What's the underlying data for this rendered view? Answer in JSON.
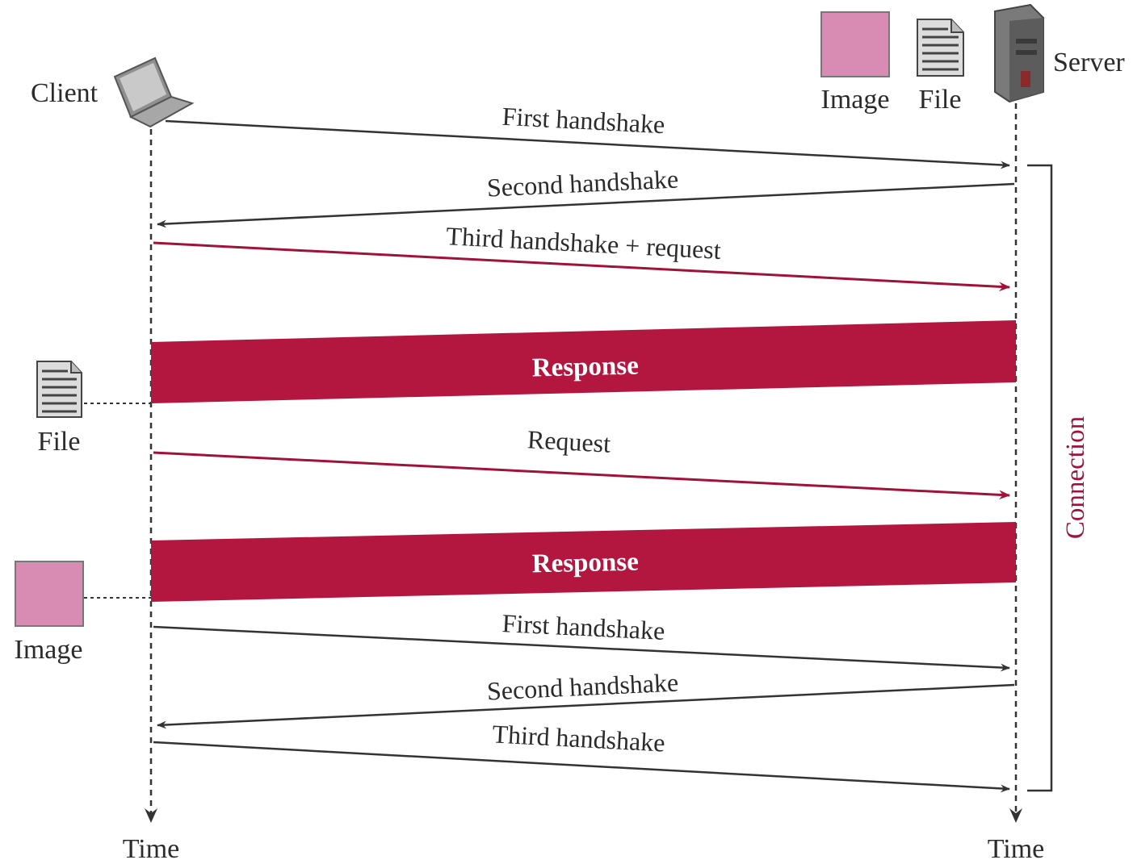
{
  "diagram": {
    "client_label": "Client",
    "server_label": "Server",
    "time_left": "Time",
    "time_right": "Time",
    "connection_label": "Connection",
    "legend": {
      "image": "Image",
      "file": "File"
    },
    "received": {
      "file": "File",
      "image": "Image"
    },
    "messages": [
      {
        "label": "First handshake",
        "direction": "client-to-server",
        "kind": "control"
      },
      {
        "label": "Second handshake",
        "direction": "server-to-client",
        "kind": "control"
      },
      {
        "label": "Third handshake + request",
        "direction": "client-to-server",
        "kind": "request"
      },
      {
        "label": "Response",
        "direction": "server-to-client",
        "kind": "response"
      },
      {
        "label": "Request",
        "direction": "client-to-server",
        "kind": "request"
      },
      {
        "label": "Response",
        "direction": "server-to-client",
        "kind": "response"
      },
      {
        "label": "First handshake",
        "direction": "client-to-server",
        "kind": "control"
      },
      {
        "label": "Second handshake",
        "direction": "server-to-client",
        "kind": "control"
      },
      {
        "label": "Third handshake",
        "direction": "client-to-server",
        "kind": "control"
      }
    ],
    "colors": {
      "control": "#333333",
      "request": "#a0123a",
      "response": "#b3173f",
      "image_swatch": "#d98cb3"
    }
  }
}
